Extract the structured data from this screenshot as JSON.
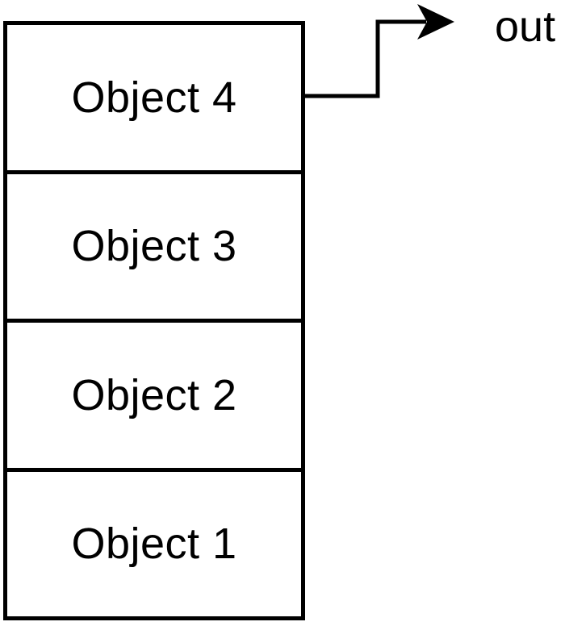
{
  "diagram": {
    "type": "stack",
    "stack": {
      "items": [
        {
          "label": "Object 4",
          "position": "top"
        },
        {
          "label": "Object 3",
          "position": "second"
        },
        {
          "label": "Object 2",
          "position": "third"
        },
        {
          "label": "Object 1",
          "position": "bottom"
        }
      ]
    },
    "arrow": {
      "label": "out",
      "from": "Object 4",
      "direction": "right"
    },
    "colors": {
      "line": "#000000",
      "text": "#000000",
      "background": "#ffffff"
    }
  }
}
